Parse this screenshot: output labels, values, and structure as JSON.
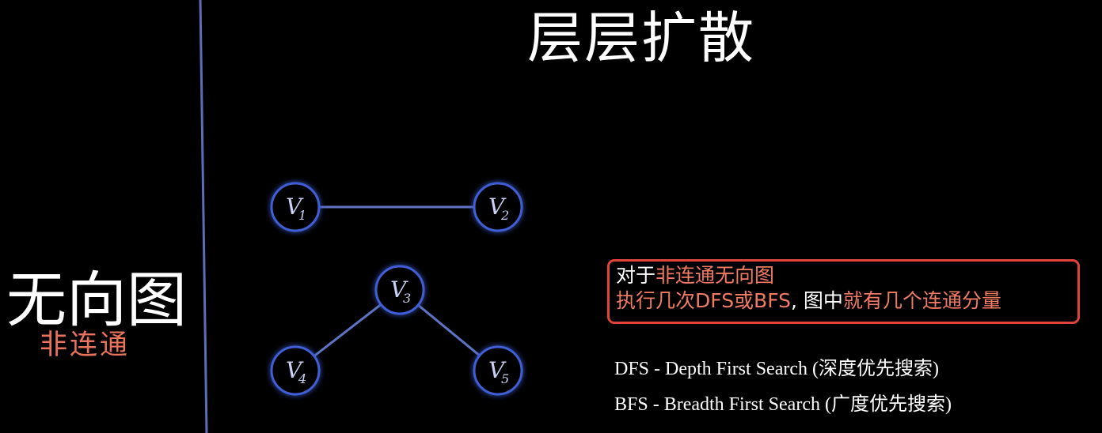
{
  "title": "层层扩散",
  "side": {
    "title": "无向图",
    "subtitle": "非连通"
  },
  "graph": {
    "nodes": [
      {
        "id": "V1",
        "base": "V",
        "sub": "1"
      },
      {
        "id": "V2",
        "base": "V",
        "sub": "2"
      },
      {
        "id": "V3",
        "base": "V",
        "sub": "3"
      },
      {
        "id": "V4",
        "base": "V",
        "sub": "4"
      },
      {
        "id": "V5",
        "base": "V",
        "sub": "5"
      }
    ],
    "edges": [
      [
        "V1",
        "V2"
      ],
      [
        "V3",
        "V4"
      ],
      [
        "V3",
        "V5"
      ]
    ]
  },
  "callout": {
    "line1_prefix": "对于",
    "line1_highlight": "非连通无向图",
    "line2_highlight1": "执行几次DFS或BFS",
    "line2_mid": ", 图中",
    "line2_highlight2": "就有几个连通分量"
  },
  "notes": {
    "dfs": "DFS - Depth First Search (深度优先搜索)",
    "bfs": "BFS - Breadth First Search (广度优先搜索)"
  },
  "colors": {
    "background": "#000000",
    "accent": "#f07a62",
    "border": "#e0433a",
    "node_stroke": "#3f5fd6",
    "edge": "#5f73c4",
    "divider": "#5b6eb8"
  }
}
